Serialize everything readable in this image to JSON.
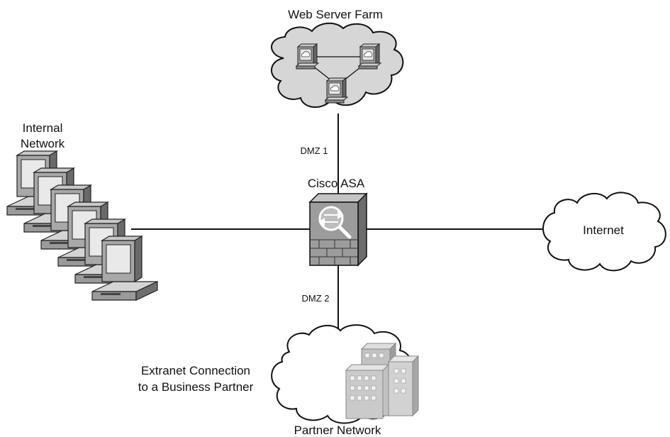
{
  "labels": {
    "web_server_farm": "Web Server Farm",
    "internal_network_line1": "Internal",
    "internal_network_line2": "Network",
    "dmz1": "DMZ 1",
    "dmz2": "DMZ 2",
    "cisco_asa": "Cisco ASA",
    "internet": "Internet",
    "extranet_line1": "Extranet Connection",
    "extranet_line2": "to a Business Partner",
    "partner_network": "Partner Network"
  },
  "icons": {
    "firewall": "cisco-asa-firewall-icon",
    "server": "server-workstation-icon",
    "pc": "desktop-pc-icon",
    "building": "office-building-icon",
    "cloud": "cloud-icon"
  }
}
